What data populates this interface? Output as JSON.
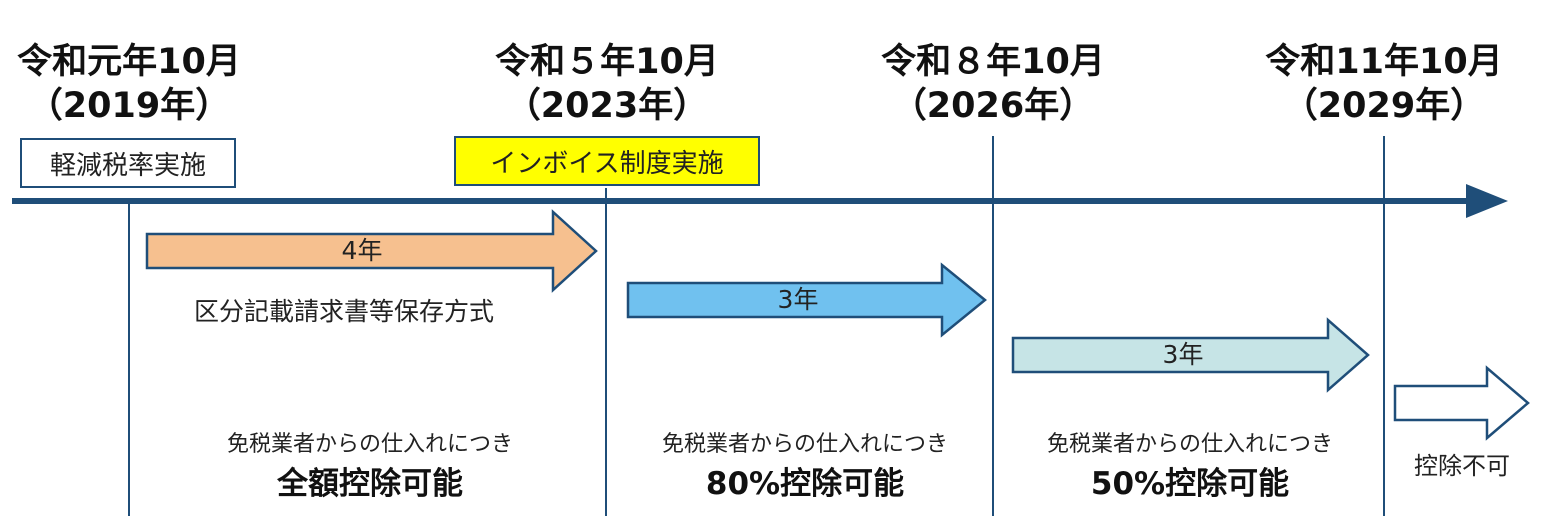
{
  "milestones": [
    {
      "date": "令和元年10月",
      "year": "（2019年）"
    },
    {
      "date": "令和５年10月",
      "year": "（2023年）"
    },
    {
      "date": "令和８年10月",
      "year": "（2026年）"
    },
    {
      "date": "令和11年10月",
      "year": "（2029年）"
    }
  ],
  "badges": {
    "reduced_tax": "軽減税率実施",
    "invoice": "インボイス制度実施"
  },
  "periods": [
    {
      "label": "4年",
      "color": "#f6c08f"
    },
    {
      "label": "3年",
      "color": "#70c1ef"
    },
    {
      "label": "3年",
      "color": "#c6e4e6"
    },
    {
      "label": "",
      "color": "#ffffff"
    }
  ],
  "method_label": "区分記載請求書等保存方式",
  "notes": [
    {
      "line1": "免税業者からの仕入れにつき",
      "line2": "全額控除可能"
    },
    {
      "line1": "免税業者からの仕入れにつき",
      "line2": "80%控除可能"
    },
    {
      "line1": "免税業者からの仕入れにつき",
      "line2": "50%控除可能"
    }
  ],
  "final_note": "控除不可",
  "colors": {
    "timeline": "#1f4e79",
    "arrow_border": "#1f4e79"
  }
}
